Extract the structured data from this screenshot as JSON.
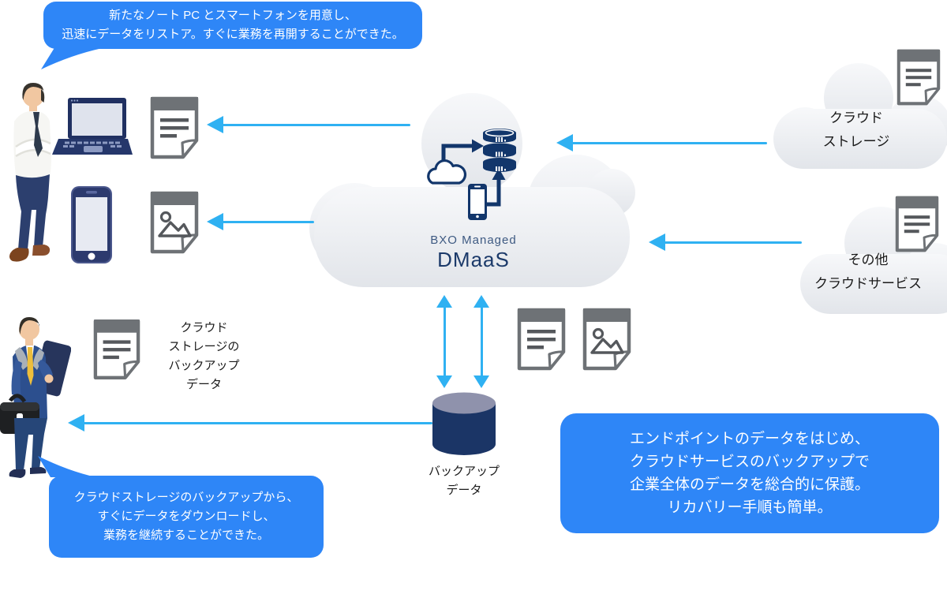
{
  "bubbles": {
    "restore": {
      "lines": [
        "新たなノート PC とスマートフォンを用意し、",
        "迅速にデータをリストア。すぐに業務を再開することができた。"
      ]
    },
    "download": {
      "lines": [
        "クラウドストレージのバックアップから、",
        "すぐにデータをダウンロードし、",
        "業務を継続することができた。"
      ]
    }
  },
  "summary_box": {
    "lines": [
      "エンドポイントのデータをはじめ、",
      "クラウドサービスのバックアップで",
      "企業全体のデータを総合的に保護。",
      "リカバリー手順も簡単。"
    ]
  },
  "dmaas_cloud": {
    "brand": "BXO Managed",
    "product": "DMaaS"
  },
  "cloud_storage": {
    "lines": [
      "クラウド",
      "ストレージ"
    ]
  },
  "other_cloud_services": {
    "lines": [
      "その他",
      "クラウドサービス"
    ]
  },
  "backup_data": {
    "lines": [
      "バックアップ",
      "データ"
    ]
  },
  "cloud_storage_backup_data": {
    "lines": [
      "クラウド",
      "ストレージの",
      "バックアップ",
      "データ"
    ]
  },
  "colors": {
    "bubble_blue": "#2E86F7",
    "arrow_cyan": "#2FB1F2",
    "icon_navy": "#12366B",
    "cylinder_navy": "#1B3566",
    "cylinder_top": "#8F92AC",
    "document_gray": "#6E7276",
    "cloud_fill_light": "#F6F7F9",
    "cloud_fill_dark": "#E2E5EA"
  },
  "icons": {
    "document": "text-document-icon",
    "image_document": "image-document-icon",
    "laptop": "laptop-icon",
    "smartphone": "smartphone-icon",
    "database": "database-icon",
    "cloud": "cloud-icon",
    "briefcase": "briefcase-icon"
  }
}
